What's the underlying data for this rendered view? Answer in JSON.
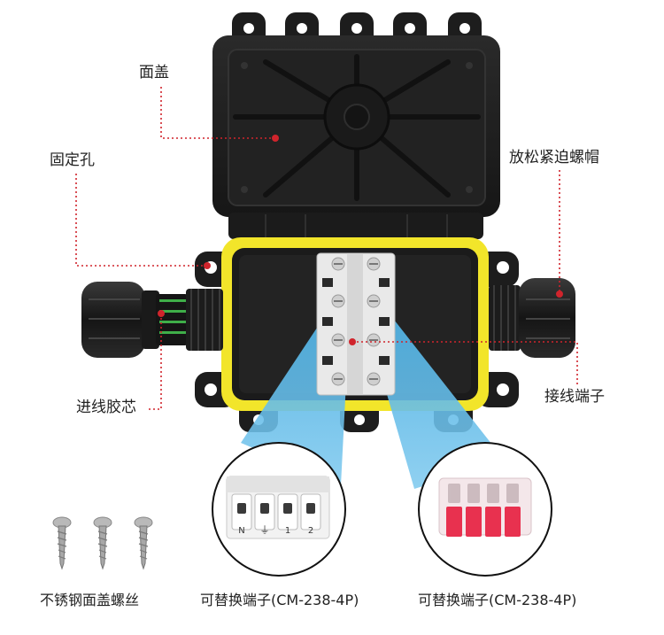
{
  "labels": {
    "lid": "面盖",
    "fixing_hole": "固定孔",
    "release_nut": "放松紧迫螺帽",
    "cable_core": "进线胶芯",
    "terminal": "接线端子"
  },
  "captions": {
    "screws": "不锈钢面盖螺丝",
    "left_connector": "可替换端子(CM-238-4P)",
    "right_connector": "可替换端子(CM-238-4P)"
  },
  "connector_marks": {
    "n": "N",
    "ground": "⏚",
    "one": "1",
    "two": "2"
  },
  "colors": {
    "housing": "#1c1c1c",
    "gasket": "#f2e52a",
    "callout_line": "#d0242c",
    "beam": "#4fb1e3",
    "lever_red": "#e8314f"
  }
}
